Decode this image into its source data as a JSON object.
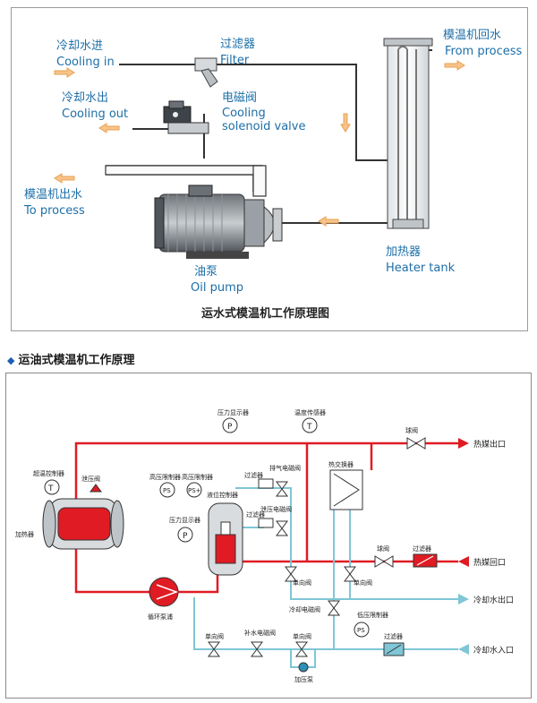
{
  "top": {
    "cooling_in_cn": "冷却水进",
    "cooling_in_en": "Cooling in",
    "filter_cn": "过滤器",
    "filter_en": "Filter",
    "return_cn": "模温机回水",
    "return_en": "From process",
    "cooling_out_cn": "冷却水出",
    "cooling_out_en": "Cooling out",
    "valve_cn": "电磁阀",
    "valve_en1": "Cooling",
    "valve_en2": "solenoid valve",
    "out_cn": "模温机出水",
    "out_en": "To process",
    "heater_cn": "加热器",
    "heater_en": "Heater tank",
    "pump_cn": "油泵",
    "pump_en": "Oil pump",
    "caption": "运水式模温机工作原理图"
  },
  "section_title": "运油式模温机工作原理",
  "bottom": {
    "pressure_display": "压力显示器",
    "temp_sensor": "温度传感器",
    "ball_valve": "球阀",
    "hot_out": "热媒出口",
    "over_temp": "超温控制器",
    "relief_valve": "泄压阀",
    "exhaust_valve": "排气电磁阀",
    "filter1": "过滤器",
    "heat_exchanger": "热交换器",
    "high_p1": "高压限制器",
    "high_p2": "高压限制器",
    "level_ctrl": "液位控制器",
    "pressure_display2": "压力显示器",
    "filter2": "过滤器",
    "relief_valve2": "泄压电磁阀",
    "heater": "加热器",
    "ball_valve2": "球阀",
    "filter3": "过滤器",
    "hot_return": "热媒回口",
    "check_valve1": "单向阀",
    "check_valve2": "单向阀",
    "circ_pump": "循环泵浦",
    "cool_out": "冷却水出口",
    "cool_valve": "冷却电磁阀",
    "low_p": "低压限制器",
    "check_valve3": "单向阀",
    "makeup_valve": "补水电磁阀",
    "check_valve4": "单向阀",
    "filter4": "过滤器",
    "cool_in": "冷却水入口",
    "booster_pump": "加压泵",
    "sym_T": "T",
    "sym_P": "P",
    "sym_PS": "PS",
    "sym_PSplus": "PS+"
  },
  "colors": {
    "hot_line": "#e01b24",
    "cool_line": "#7fc6d6",
    "label_blue": "#1d6fa8",
    "arrow_orange": "#f0a030"
  }
}
